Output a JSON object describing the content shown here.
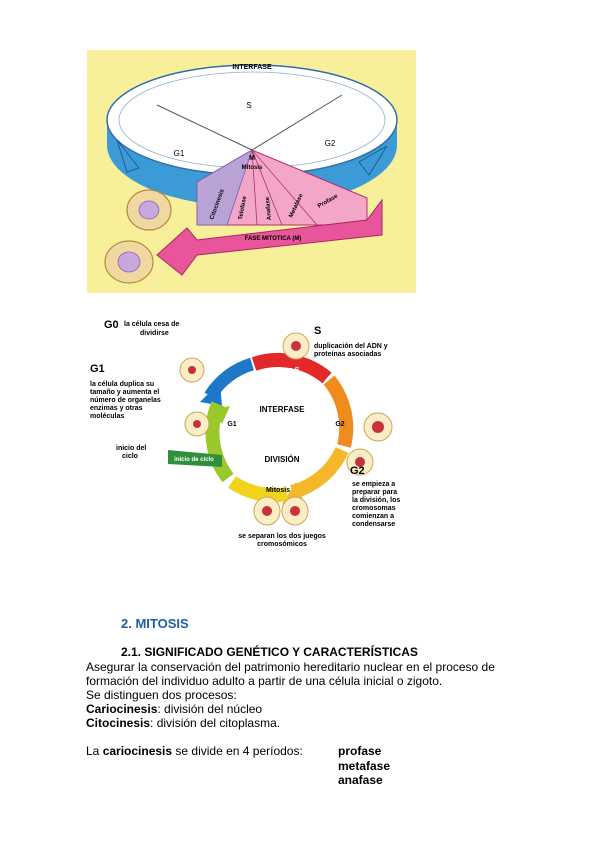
{
  "figure1": {
    "ring_label": "INTERFASE",
    "s_label": "S",
    "g1_label": "G1",
    "g2_label": "G2",
    "m_label": "M",
    "mitosis_label": "Mitosis",
    "citocinesis_label": "Citocinesis",
    "telofase_label": "Telofase",
    "anafase_label": "Anafase",
    "metafase_label": "Metafase",
    "profase_label": "Profase",
    "arrow_label": "FASE MITOTICA (M)"
  },
  "figure2": {
    "g0_title": "G0",
    "g0_text": [
      "la célula cesa de",
      "dividirse"
    ],
    "g1_title": "G1",
    "g1_text": [
      "la célula duplica su",
      "tamaño y aumenta el",
      "número de organelas",
      "enzimas y otras",
      "moléculas"
    ],
    "inicio_text": [
      "inicio del",
      "ciclo"
    ],
    "s_title": "S",
    "s_text": [
      "duplicación del ADN y",
      "proteínas asociadas"
    ],
    "g2_title": "G2",
    "g2_text": [
      "se empieza a",
      "preparar para",
      "la división, los",
      "cromosomas",
      "comienzan a",
      "condensarse"
    ],
    "separan_text": [
      "se separan los dos juegos",
      "cromosómicos"
    ],
    "interfase_label": "INTERFASE",
    "division_label": "DIVISIÓN",
    "fase_s_label": "Fase S",
    "g1_arc_label": "G1",
    "g2_arc_label": "G2",
    "mitosis_label": "Mitosis",
    "inicio_ciclo_label": "inicio de ciclo"
  },
  "section": {
    "heading": "2. MITOSIS",
    "subheading": "2.1. SIGNIFICADO GENÉTICO Y CARACTERÍSTICAS",
    "line1": "Asegurar la conservación del patrimonio hereditario nuclear en el proceso de",
    "line2": "formación del individuo adulto a partir de una célula inicial o zigoto.",
    "line3": "Se distinguen dos procesos:",
    "cariocinesis_term": "Cariocinesis",
    "cariocinesis_def": ": división del núcleo",
    "citocinesis_term": "Citocinesis",
    "citocinesis_def": ": división del citoplasma.",
    "periods_prefix": "La ",
    "periods_term": "cariocinesis",
    "periods_suffix": " se divide en 4 períodos:",
    "phases": [
      "profase",
      "metafase",
      "anafase"
    ]
  },
  "colors": {
    "fig1_bg": "#f7ef9a",
    "disc_top": "#ffffff",
    "disc_side": "#3c9ad6",
    "mitotic_pink": "#e8559a",
    "mitotic_light": "#f4a6c8",
    "citocinesis_purple": "#b9a3d6",
    "heading_blue": "#1f5fa8"
  }
}
